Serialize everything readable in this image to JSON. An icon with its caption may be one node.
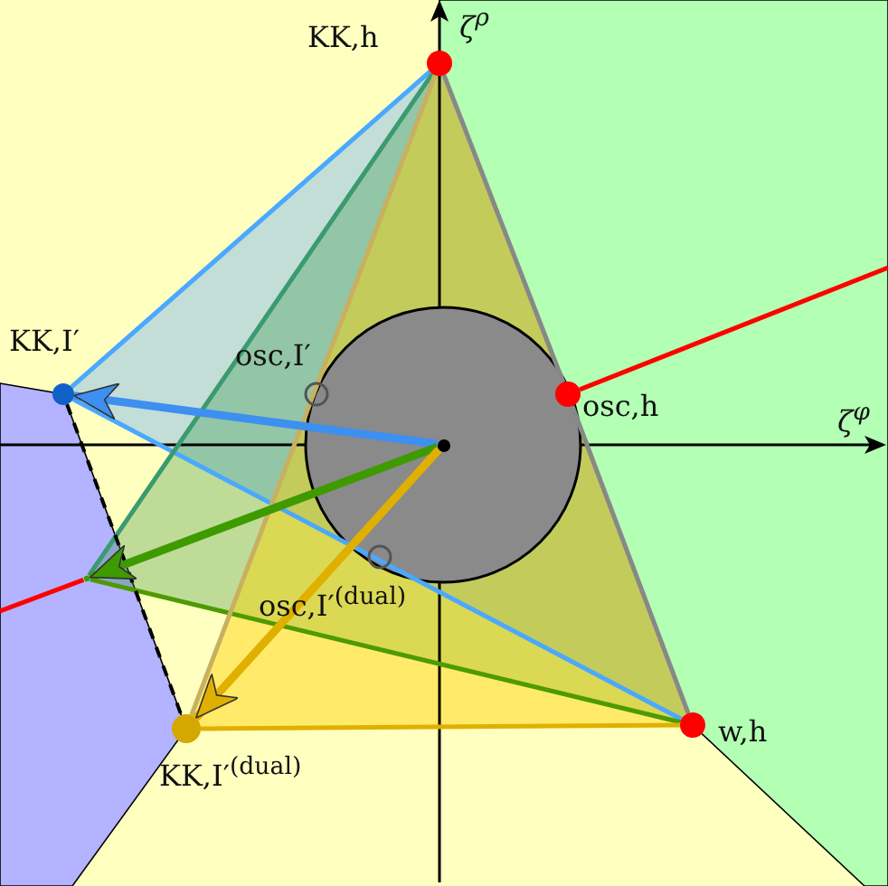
{
  "diagram": {
    "nodes": [
      {
        "text": [
          "KK,h"
        ]
      },
      {
        "text": [
          "osc,h"
        ]
      },
      {
        "text": [
          "KK,I′"
        ]
      },
      {
        "text": [
          "osc,I′"
        ]
      },
      {
        "text": [
          "osc,I′$^{(dual)}$"
        ]
      },
      {
        "text": [
          "w,h"
        ]
      },
      {
        "text": [
          "KK,I′$^{(dual)}$"
        ]
      },
      {
        "text": [],
        "shape": "circle"
      },
      {
        "text": [],
        "shape": "point"
      }
    ],
    "edges": [
      {
        "from": 0,
        "to": 2,
        "arrow": "none",
        "color": "#4aa8ff"
      },
      {
        "from": 2,
        "to": 5,
        "arrow": "none",
        "color": "#4aa8ff"
      },
      {
        "from": 0,
        "to": 1,
        "arrow": "none",
        "color": "#888888"
      },
      {
        "from": 1,
        "to": 5,
        "arrow": "none",
        "color": "#888888"
      },
      {
        "from": 0,
        "to": 8,
        "arrow": "none",
        "color": "#3a9a70"
      },
      {
        "from": 8,
        "to": 5,
        "arrow": "none",
        "color": "#4e9a00"
      },
      {
        "from": 1,
        "to": null,
        "arrow": "none",
        "color": "#ff0000"
      },
      {
        "from": null,
        "to": 8,
        "arrow": "none",
        "color": "#ff0000"
      },
      {
        "from": 0,
        "to": 6,
        "arrow": "none",
        "color": "#c8b060"
      },
      {
        "from": 6,
        "to": 5,
        "arrow": "none",
        "color": "#e0b000"
      },
      {
        "from": 2,
        "to": 6,
        "arrow": "none",
        "style": "dashed",
        "color": "#000000"
      },
      {
        "from": 7,
        "to": 2,
        "arrow": "to",
        "style": "thick",
        "color": "#3d8ff0"
      },
      {
        "from": 7,
        "to": 8,
        "arrow": "to",
        "style": "thick",
        "color": "#3f9a00"
      },
      {
        "from": 7,
        "to": 6,
        "arrow": "to",
        "style": "thick",
        "color": "#e0b000"
      }
    ],
    "labels": [
      "ζ$^{ρ}$",
      "ζ$^{φ}$"
    ]
  }
}
